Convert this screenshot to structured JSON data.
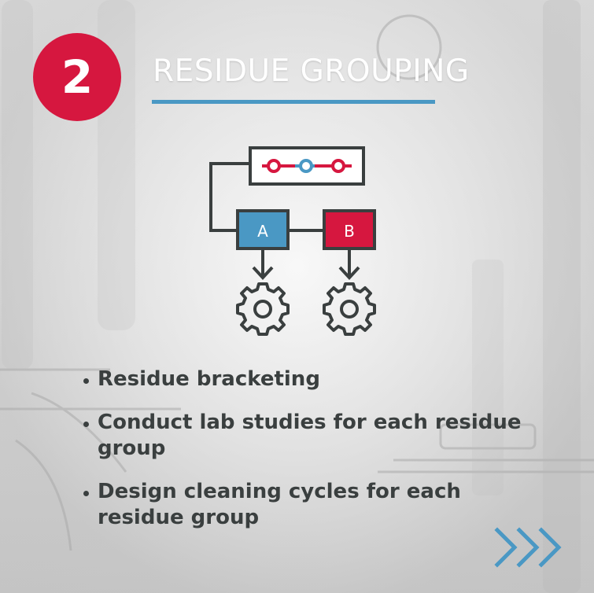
{
  "badge": {
    "number": "2"
  },
  "title": "RESIDUE GROUPING",
  "diagram": {
    "box_a_label": "A",
    "box_b_label": "B"
  },
  "bullets": [
    "Residue bracketing",
    "Conduct lab studies for each residue group",
    "Design cleaning cycles for each residue group"
  ],
  "colors": {
    "accent_red": "#d6173f",
    "accent_blue": "#4a98c4",
    "dark": "#3a3f3f",
    "white": "#ffffff"
  },
  "icons": [
    "slider-icon",
    "gear-icon",
    "next-arrows-icon"
  ]
}
